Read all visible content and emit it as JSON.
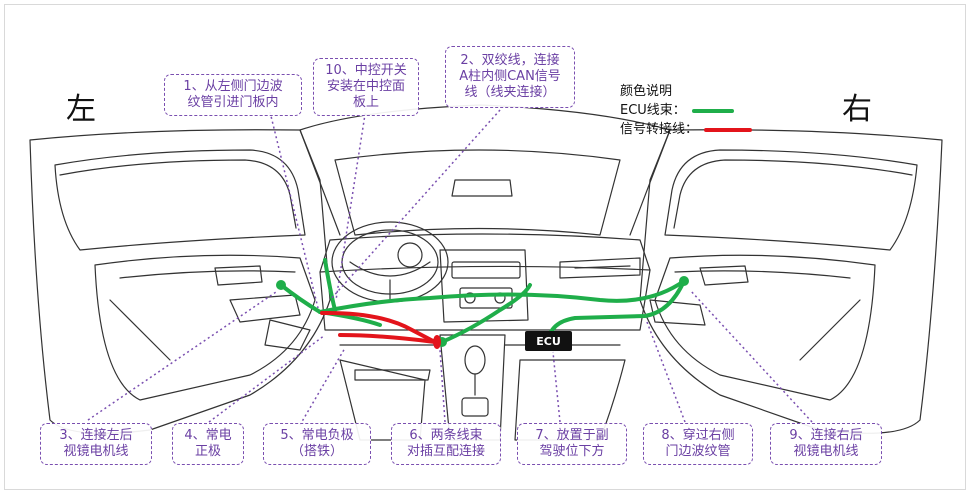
{
  "side_labels": {
    "left": "左",
    "right": "右"
  },
  "legend": {
    "title": "颜色说明",
    "items": [
      {
        "label": "ECU线束：",
        "color": "#1fae4a"
      },
      {
        "label": "信号转接线：",
        "color": "#e3141b"
      }
    ]
  },
  "ecu_label": "ECU",
  "callouts": {
    "c1": "1、从左侧门边波\n纹管引进门板内",
    "c10": "10、中控开关\n安装在中控面\n板上",
    "c2": "2、双绞线，连接\nA柱内侧CAN信号\n线（线夹连接）",
    "c3": "3、连接左后\n视镜电机线",
    "c4": "4、常电\n正极",
    "c5": "5、常电负极\n（搭铁）",
    "c6": "6、两条线束\n对插互配连接",
    "c7": "7、放置于副\n驾驶位下方",
    "c8": "8、穿过右侧\n门边波纹管",
    "c9": "9、连接右后\n视镜电机线"
  },
  "colors": {
    "ecu_harness": "#1fae4a",
    "signal_adapter": "#e3141b",
    "callout_purple": "#7a4fb0"
  }
}
